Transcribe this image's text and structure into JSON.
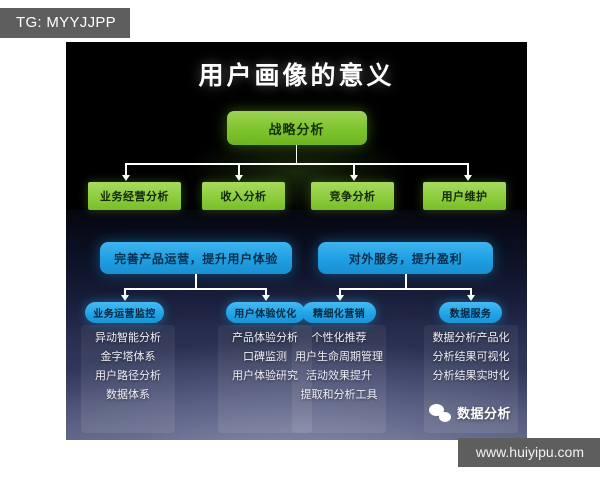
{
  "watermarks": {
    "tg": "TG: MYYJJPP",
    "url": "www.huiyipu.com"
  },
  "poster": {
    "title": "用户画像的意义",
    "root": {
      "label": "战略分析"
    },
    "level2": [
      {
        "label": "业务经营分析"
      },
      {
        "label": "收入分析"
      },
      {
        "label": "竞争分析"
      },
      {
        "label": "用户维护"
      }
    ],
    "groups": [
      {
        "label": "完善产品运营，提升用户体验",
        "branches": [
          {
            "label": "业务运营监控",
            "items": [
              "异动智能分析",
              "金字塔体系",
              "用户路径分析",
              "数据体系"
            ]
          },
          {
            "label": "用户体验优化",
            "items": [
              "产品体验分析",
              "口碑监测",
              "用户体验研究"
            ]
          }
        ]
      },
      {
        "label": "对外服务，提升盈利",
        "branches": [
          {
            "label": "精细化营销",
            "items": [
              "个性化推荐",
              "用户生命周期管理",
              "活动效果提升",
              "提取和分析工具"
            ]
          },
          {
            "label": "数据服务",
            "items": [
              "数据分析产品化",
              "分析结果可视化",
              "分析结果实时化"
            ]
          }
        ]
      }
    ],
    "badge": {
      "icon": "wechat-icon",
      "label": "数据分析"
    },
    "colors": {
      "green": "#8ecc3d",
      "blue": "#1e9fe3",
      "cyan": "#1fa2e6",
      "background": "#000000",
      "connector": "#ffffff"
    }
  }
}
